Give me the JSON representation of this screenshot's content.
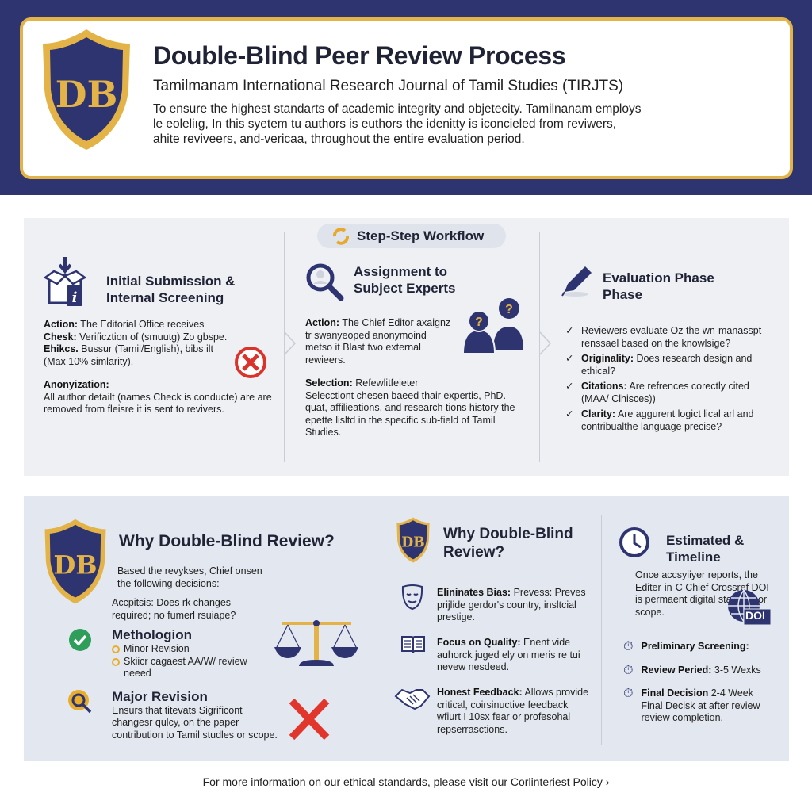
{
  "header": {
    "logo_letters": "DB",
    "title": "Double-Blind Peer Review Process",
    "subtitle": "Tamilmanam International Research Journal of Tamil Studies (TIRJTS)",
    "intro": "To ensure the highest standarts of academic integrity and objetecity. Tamilnanam employs le eoleliıg, In this syetem tu authors is euthors the idenitty is iconcieled from reviwers, ahite reviveers, and-vericaa, throughout the entire evaluation period."
  },
  "workflow": {
    "pill_label": "Step-Step Workflow",
    "step1": {
      "title": "Initial Submission & Internal Screening",
      "action_label": "Action:",
      "action_text": " The Editorial Office receives",
      "check_label": "Chesk:",
      "check_text": " Verificztion of (smuutg) Zo gbspe.",
      "ethics_label": "Ehikcs.",
      "ethics_text": " Bussur (Tamil/English), bibs ilt (Max 10% simlarity).",
      "anon_label": "Anonyization:",
      "anon_text": "All author detailt (names Check is conducte) are are removed from fleisre it is sent to revivers."
    },
    "step2": {
      "title": "Assignment to Subject Experts",
      "action_label": "Action:",
      "action_text": " The Chief Editor axaignz tr swanyeoped anonymoind metso it Blast two external rewieers.",
      "selection_label": "Selection:",
      "selection_head": " Refewlitfeieter",
      "selection_text": "Selecctiont chesen baeed thair expertis, PhD. quat, affilieations, and research tions history the epette lisltd in the specific sub-field of Tamil Studies."
    },
    "step3": {
      "title": "Evaluation Phase Phase",
      "items": [
        {
          "label": "",
          "text": "Reviewers evaluate Oz the wn-manasspt renssael based on the knowlsige?"
        },
        {
          "label": "Originality:",
          "text": " Does research design and ethical?"
        },
        {
          "label": "Citations:",
          "text": " Are refrences corectly cited (MAA/ Clhisces))"
        },
        {
          "label": "Clarity:",
          "text": " Are aggurent logict lical arl and contribualthe language precise?"
        }
      ]
    }
  },
  "why1": {
    "title": "Why Double-Blind Review?",
    "intro": "Based the revykses, Chief onsen the following decisions:",
    "accept_text": "Accpitsis: Does rk changes required; no fumerl rsuiape?",
    "methology": "Methologion",
    "bullets": [
      "Minor Revision",
      "Skiicr cagaest AA/W/ review neeed"
    ],
    "major": "Major Revision",
    "major_text": "Ensurs that titevats Sigrificont changesr qulcy, on the paper contribution to Tamil studles or scope."
  },
  "why2": {
    "title": "Why Double-Blind Review?",
    "items": [
      {
        "label": "Elininates Bias:",
        "text": " Prevess: Preves prijlide gerdor's country, insltcial prestige."
      },
      {
        "label": "Focus on Quality:",
        "text": " Enent vide auhorck juged ely on meris re tui nevew nesdeed."
      },
      {
        "label": "Honest Feedback:",
        "text": " Allows provide critical, coirsinuctive feedback wfiurt I 10sx fear or profesohal repserrasctions."
      }
    ]
  },
  "timeline": {
    "title": "Estimated & Timeline",
    "intro": "Once accsyiiyer reports, the Editer-in-C Chief Crossref DOI is permaent digital staniads or scope.",
    "doi_label": "DOI",
    "items": [
      {
        "label": "Preliminary Screening:",
        "text": ""
      },
      {
        "label": "Review Peried:",
        "text": " 3-5 Wexks"
      },
      {
        "label": "Final Decision",
        "text": " 2-4 Week Final Decisk at after review review completion."
      }
    ]
  },
  "footer": {
    "text": "For more information on our ethical standards, please visit our Corlinteriest Policy",
    "arrow": "›"
  },
  "colors": {
    "navy": "#2e3470",
    "gold": "#e3b347",
    "red": "#d9332b",
    "green": "#2f9e5a"
  }
}
